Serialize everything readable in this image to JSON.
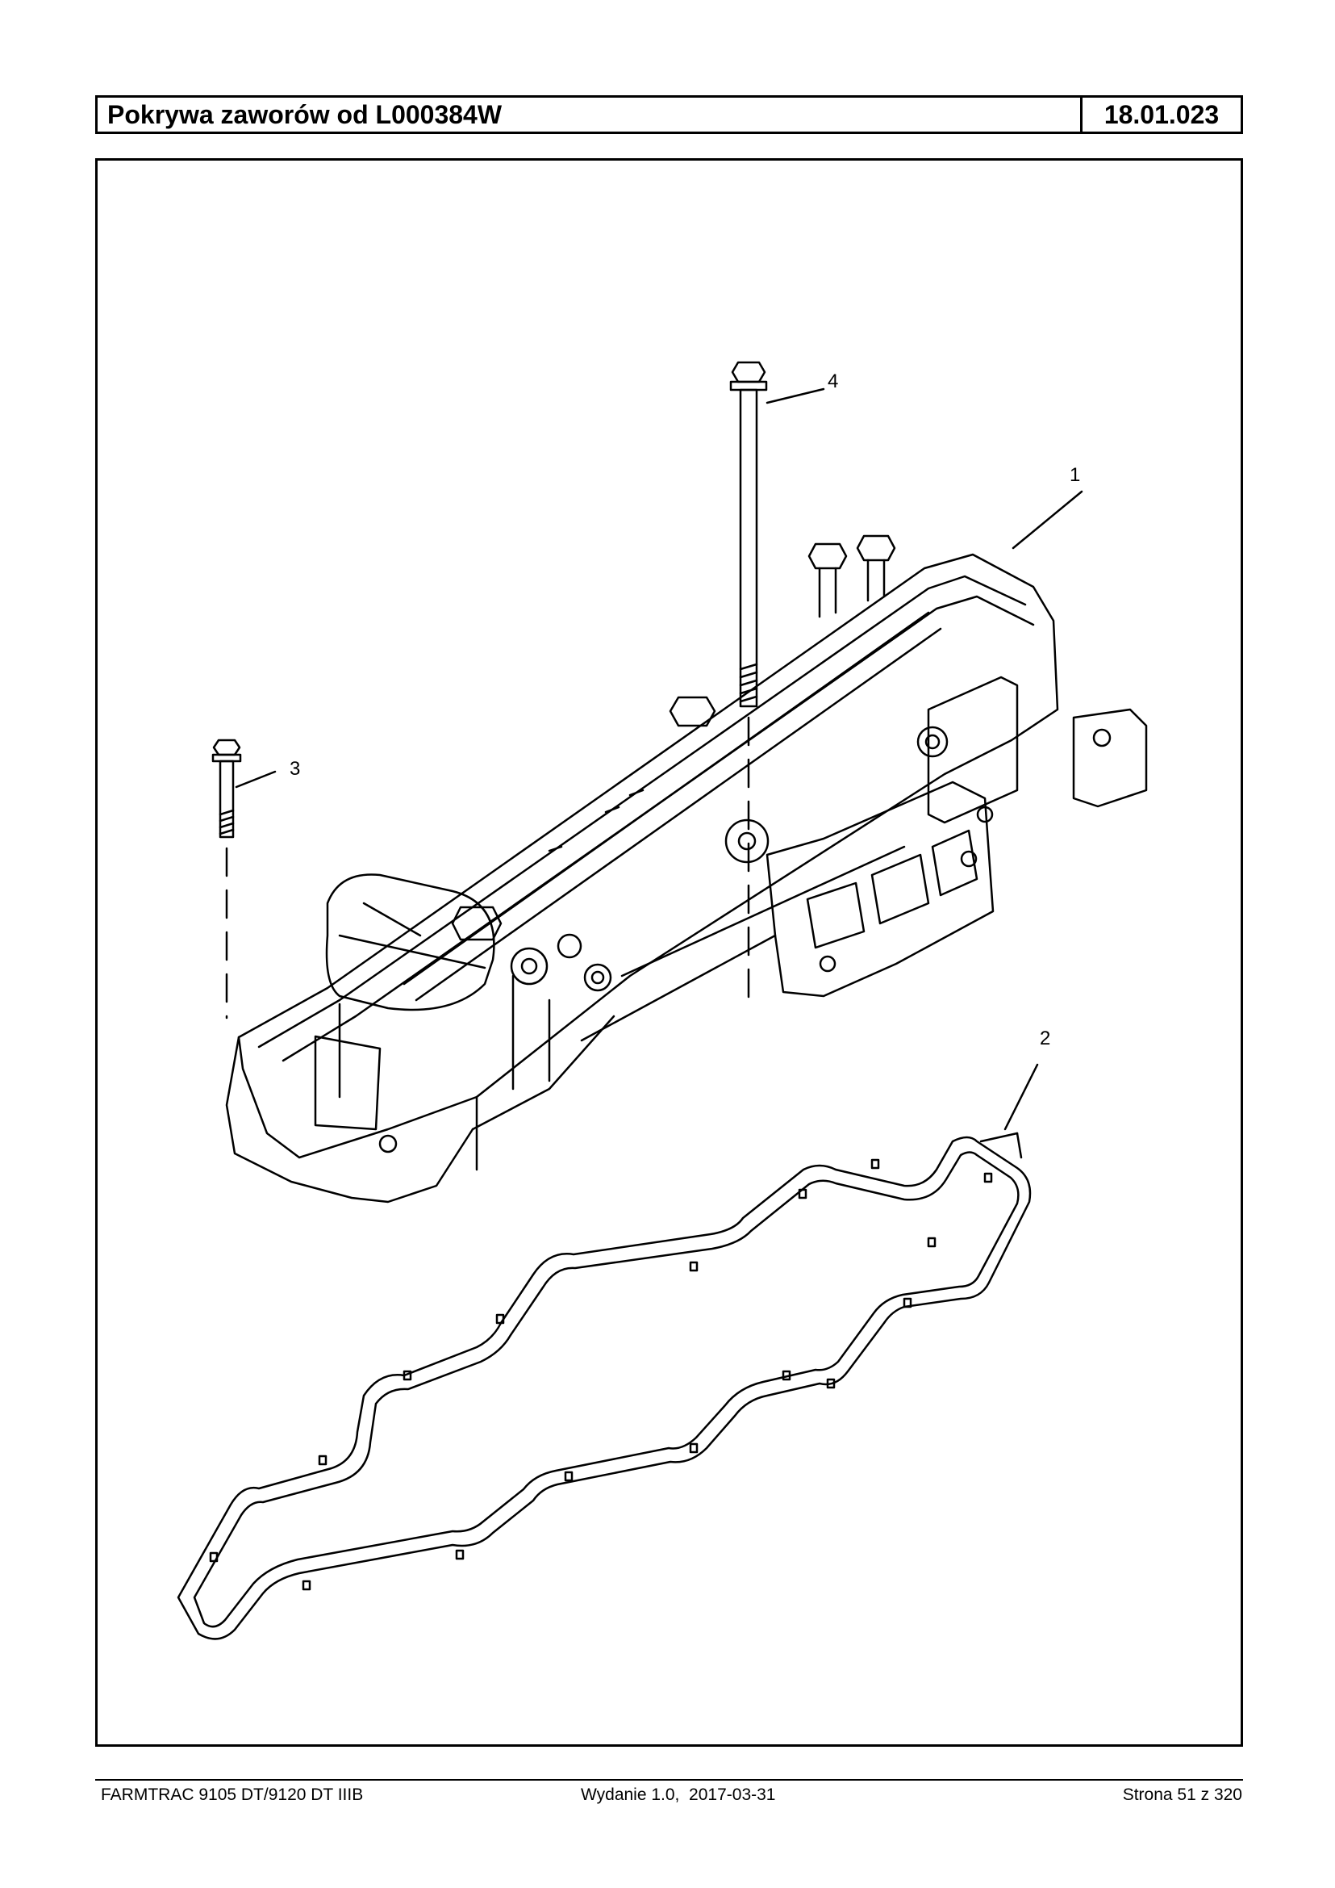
{
  "header": {
    "title": "Pokrywa zaworów od L000384W",
    "code": "18.01.023"
  },
  "drawing": {
    "callouts": [
      "1",
      "2",
      "3",
      "4"
    ],
    "icons": [
      "valve-cover-part-icon",
      "gasket-part-icon",
      "short-bolt-icon",
      "long-bolt-icon"
    ]
  },
  "footer": {
    "model": "FARMTRAC 9105 DT/9120 DT IIIB",
    "edition": "Wydanie 1.0,  2017-03-31",
    "page": "Strona 51 z 320"
  }
}
